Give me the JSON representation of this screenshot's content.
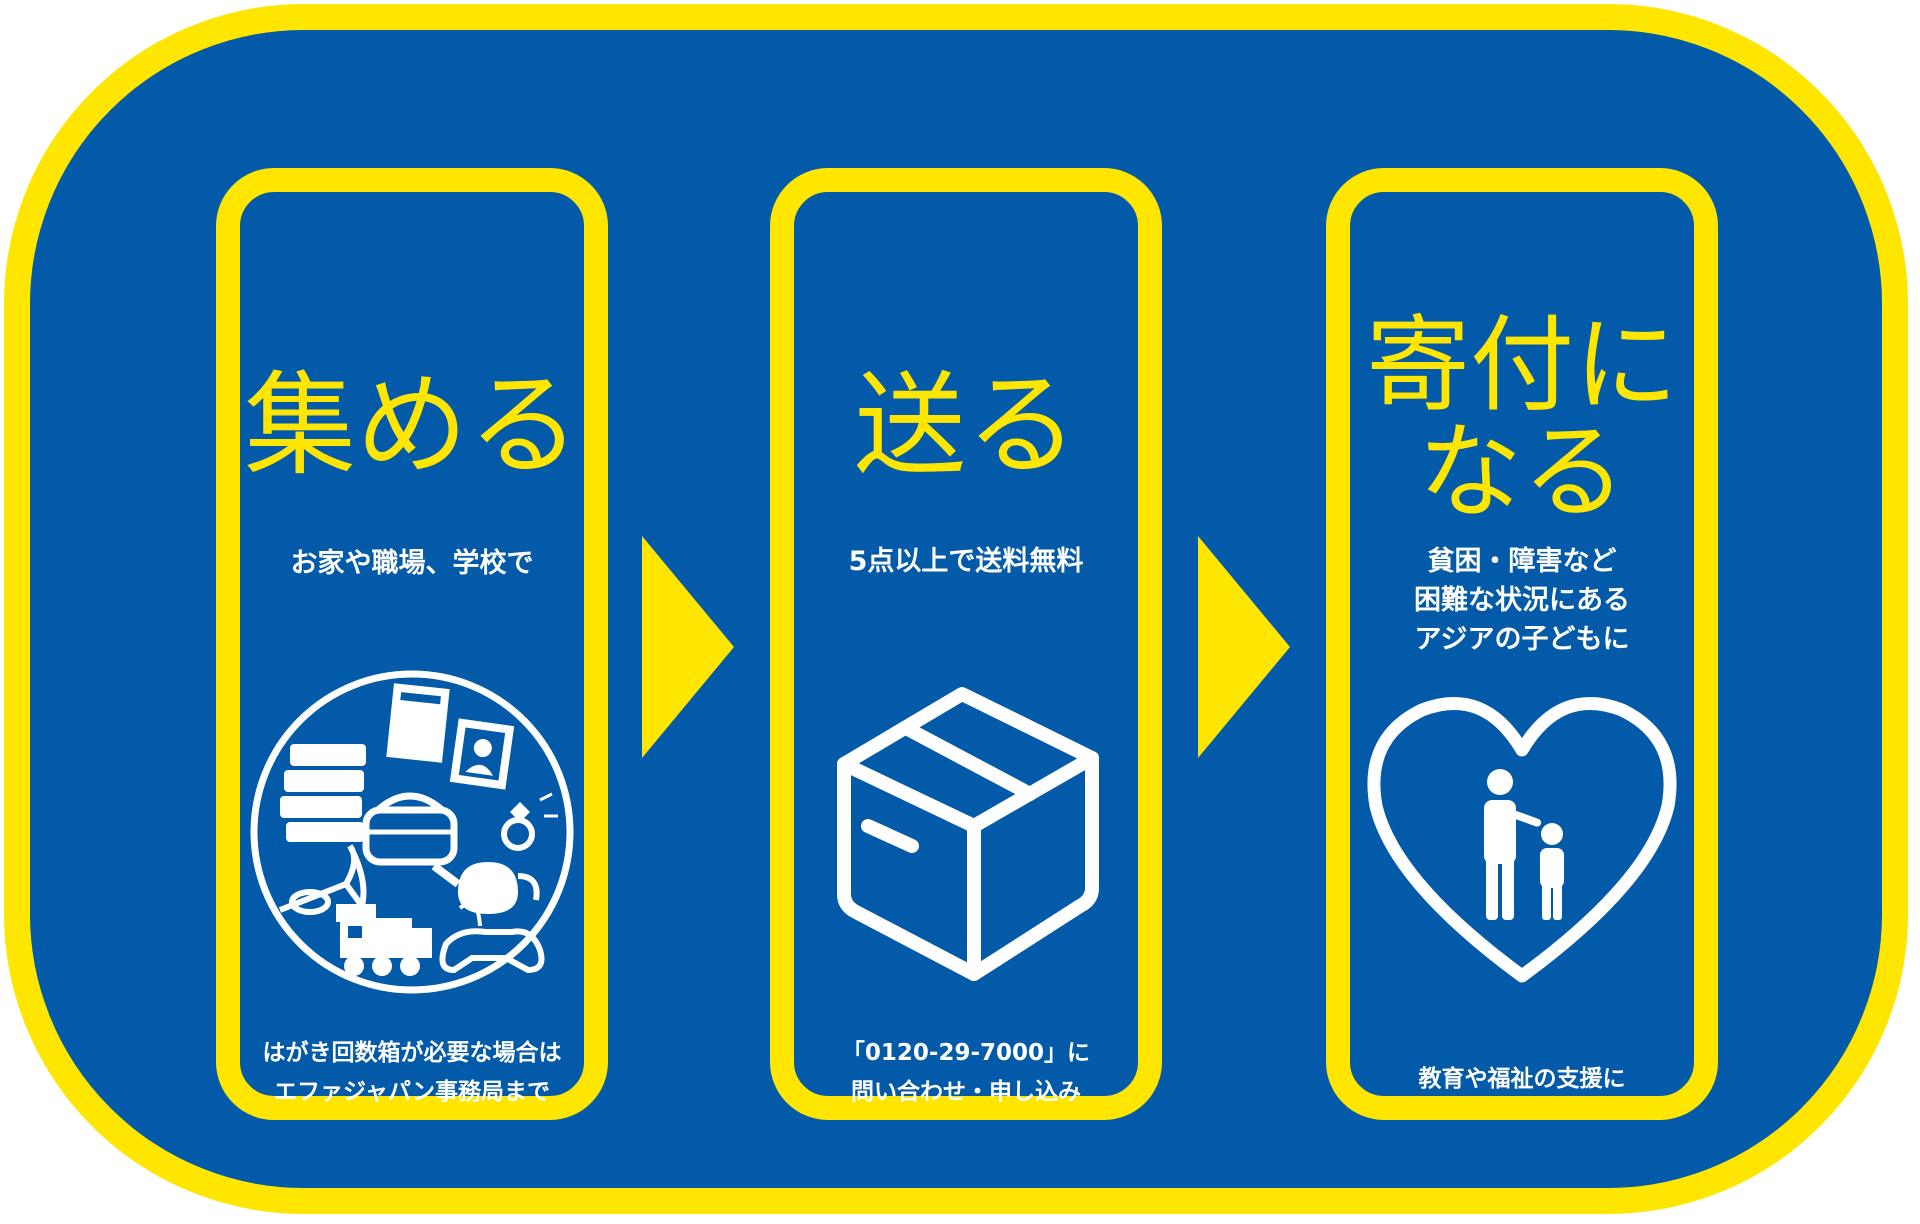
{
  "colors": {
    "background": "#025aa8",
    "accent": "#ffe600",
    "text": "#ffffff"
  },
  "steps": [
    {
      "title": "集める",
      "subtitle": "お家や職場、学校で",
      "footer_line1": "はがき回数箱が必要な場合は",
      "footer_line2": "エファジャパン事務局まで",
      "icon": "donated-goods-icon"
    },
    {
      "title": "送る",
      "subtitle": "5点以上で送料無料",
      "footer_line1": "「0120-29-7000」に",
      "footer_line2": "問い合わせ・申し込み",
      "icon": "cardboard-box-icon"
    },
    {
      "title_line1": "寄付に",
      "title_line2": "なる",
      "subtitle_line1": "貧困・障害など",
      "subtitle_line2": "困難な状況にある",
      "subtitle_line3": "アジアの子どもに",
      "footer_line1": "教育や福祉の支援に",
      "icon": "heart-with-parent-child-icon"
    }
  ],
  "arrows": [
    "arrow-right-icon",
    "arrow-right-icon"
  ]
}
